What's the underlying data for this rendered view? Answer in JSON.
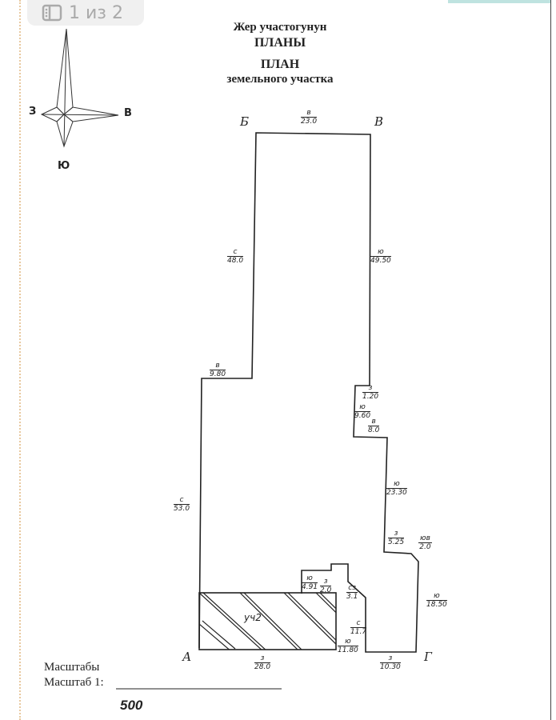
{
  "viewer": {
    "page_indicator": "1 из 2",
    "icon": "page-view-icon"
  },
  "header": {
    "line1": "Жер участогунун",
    "line2": "ПЛАНЫ",
    "line3": "ПЛАН",
    "line4": "земельного участка"
  },
  "compass": {
    "west": "З",
    "east": "В",
    "south": "Ю"
  },
  "corners": {
    "a": "А",
    "b": "Б",
    "v": "В",
    "g": "Г"
  },
  "segments": [
    {
      "dir": "в",
      "len": "23.0"
    },
    {
      "dir": "с",
      "len": "48.0"
    },
    {
      "dir": "ю",
      "len": "49.50"
    },
    {
      "dir": "в",
      "len": "9.80"
    },
    {
      "dir": "з",
      "len": "1.20"
    },
    {
      "dir": "ю",
      "len": "9.60"
    },
    {
      "dir": "в",
      "len": "8.0"
    },
    {
      "dir": "с",
      "len": "53.0"
    },
    {
      "dir": "ю",
      "len": "23.30"
    },
    {
      "dir": "з",
      "len": "5.25"
    },
    {
      "dir": "юв",
      "len": "2.0"
    },
    {
      "dir": "ю",
      "len": "18.50"
    },
    {
      "dir": "ю",
      "len": "4.91"
    },
    {
      "dir": "з",
      "len": "2.0"
    },
    {
      "dir": "сз",
      "len": "3.1"
    },
    {
      "dir": "с",
      "len": "11.7"
    },
    {
      "dir": "ю",
      "len": "11.80"
    },
    {
      "dir": "з",
      "len": "28.0"
    },
    {
      "dir": "з",
      "len": "10.30"
    }
  ],
  "building_label": "уч2",
  "footer": {
    "scale_label_ky": "Масштабы",
    "scale_label_ru": "Масштаб 1:",
    "scale_value": "500"
  }
}
